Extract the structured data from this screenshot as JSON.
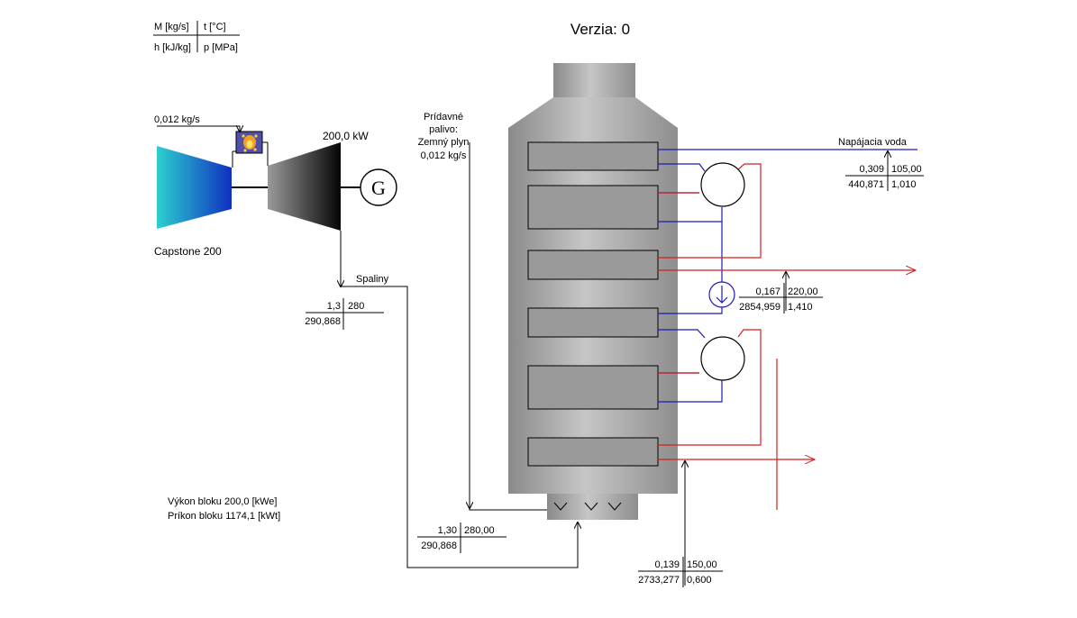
{
  "version_title": "Verzia: 0",
  "legend": {
    "mass_flow": "M [kg/s]",
    "temperature": "t [°C]",
    "enthalpy": "h [kJ/kg]",
    "pressure": "p [MPa]"
  },
  "colors": {
    "blue": "#1b1bb4",
    "red": "#d42020",
    "generator_stroke": "#000000",
    "turbine_left": "#2bd0d0",
    "turbine_right": "#1030c0"
  },
  "turbine": {
    "name": "Capstone 200",
    "power": "200,0 kW",
    "fuel_flow": "0,012 kg/s",
    "generator_symbol": "G",
    "combustor_icon": "flame-icon"
  },
  "fuel": {
    "line1": "Prídavné",
    "line2": "palivo:",
    "line3": "Zemný plyn",
    "line4": "0,012 kg/s"
  },
  "exhaust": {
    "label": "Spaliny",
    "m": "1,3",
    "t": "280",
    "h": "290,868"
  },
  "duct_inlet": {
    "m": "1,30",
    "t": "280,00",
    "h": "290,868"
  },
  "feedwater": {
    "label": "Napájacia voda",
    "m": "0,309",
    "t": "105,00",
    "h": "440,871",
    "p": "1,010"
  },
  "steam_out": {
    "m": "0,167",
    "t": "220,00",
    "h": "2854,959",
    "p": "1,410"
  },
  "low_stream": {
    "m": "0,139",
    "t": "150,00",
    "h": "2733,277",
    "p": "0,600"
  },
  "summary": {
    "power_output": "Výkon bloku 200,0 [kWe]",
    "power_input": "Príkon bloku 1174,1 [kWt]"
  }
}
